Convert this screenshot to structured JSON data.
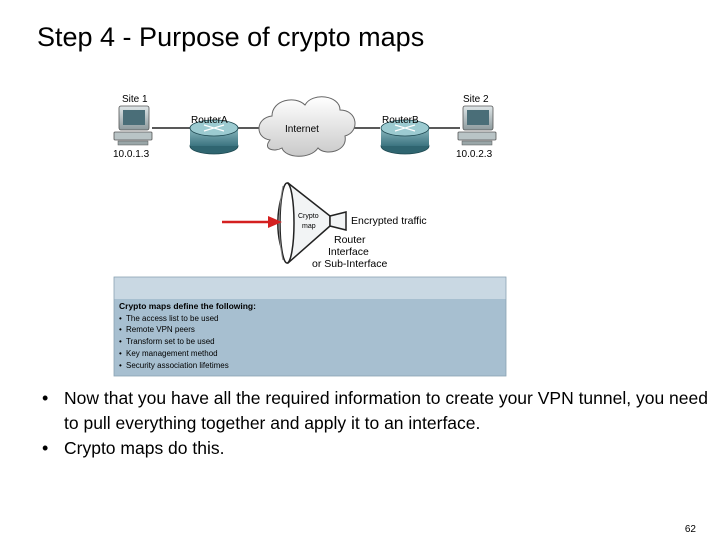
{
  "slide": {
    "title": "Step 4 - Purpose of crypto maps",
    "page_number": "62"
  },
  "diagram": {
    "site1_label": "Site 1",
    "site2_label": "Site 2",
    "site1_ip": "10.0.1.3",
    "site2_ip": "10.0.2.3",
    "router_a_label": "RouterA",
    "router_b_label": "RouterB",
    "cloud_label": "Internet",
    "crypto_map_line1": "Crypto",
    "crypto_map_line2": "map",
    "encrypted_label": "Encrypted traffic",
    "interface_line1": "Router",
    "interface_line2": "Interface",
    "interface_line3": "or Sub-Interface",
    "info_box": {
      "heading": "Crypto maps define the following:",
      "items": [
        "The access list to be used",
        "Remote VPN peers",
        "Transform set to be used",
        "Key management method",
        "Security association lifetimes"
      ]
    }
  },
  "bullets": [
    "Now that you have all the required information to create your VPN tunnel, you need to pull everything together and apply it to an interface.",
    "Crypto maps do this."
  ],
  "colors": {
    "info_box_fill": "#a7bfd0",
    "info_box_header": "#c9d8e3",
    "arrow_red": "#d42020",
    "router_fill": "#4d8a94",
    "cloud_fill": "#e8e8e8"
  }
}
